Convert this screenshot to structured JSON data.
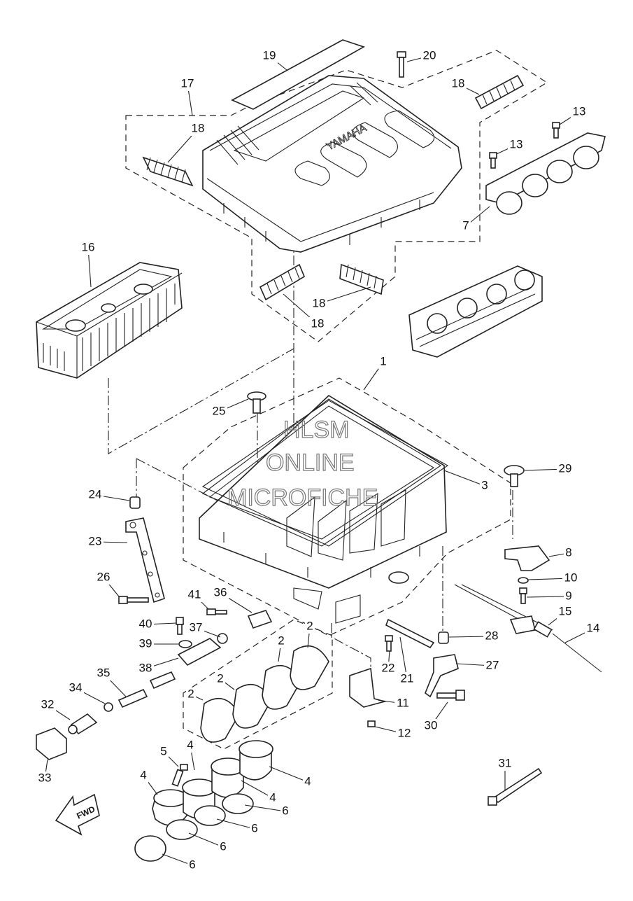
{
  "brand_text": "YAMAHA",
  "fwd_text": "FWD",
  "watermark": [
    "HLSM",
    "ONLINE",
    "MICROFICHE"
  ],
  "callouts": [
    {
      "n": "1"
    },
    {
      "n": "2"
    },
    {
      "n": "2"
    },
    {
      "n": "2"
    },
    {
      "n": "2"
    },
    {
      "n": "3"
    },
    {
      "n": "4"
    },
    {
      "n": "4"
    },
    {
      "n": "4"
    },
    {
      "n": "4"
    },
    {
      "n": "5"
    },
    {
      "n": "6"
    },
    {
      "n": "6"
    },
    {
      "n": "6"
    },
    {
      "n": "6"
    },
    {
      "n": "7"
    },
    {
      "n": "8"
    },
    {
      "n": "9"
    },
    {
      "n": "10"
    },
    {
      "n": "11"
    },
    {
      "n": "12"
    },
    {
      "n": "13"
    },
    {
      "n": "13"
    },
    {
      "n": "14"
    },
    {
      "n": "15"
    },
    {
      "n": "16"
    },
    {
      "n": "17"
    },
    {
      "n": "18"
    },
    {
      "n": "18"
    },
    {
      "n": "18"
    },
    {
      "n": "18"
    },
    {
      "n": "19"
    },
    {
      "n": "20"
    },
    {
      "n": "21"
    },
    {
      "n": "22"
    },
    {
      "n": "23"
    },
    {
      "n": "24"
    },
    {
      "n": "25"
    },
    {
      "n": "26"
    },
    {
      "n": "27"
    },
    {
      "n": "28"
    },
    {
      "n": "29"
    },
    {
      "n": "30"
    },
    {
      "n": "31"
    },
    {
      "n": "32"
    },
    {
      "n": "33"
    },
    {
      "n": "34"
    },
    {
      "n": "35"
    },
    {
      "n": "36"
    },
    {
      "n": "37"
    },
    {
      "n": "38"
    },
    {
      "n": "39"
    },
    {
      "n": "40"
    },
    {
      "n": "41"
    }
  ]
}
